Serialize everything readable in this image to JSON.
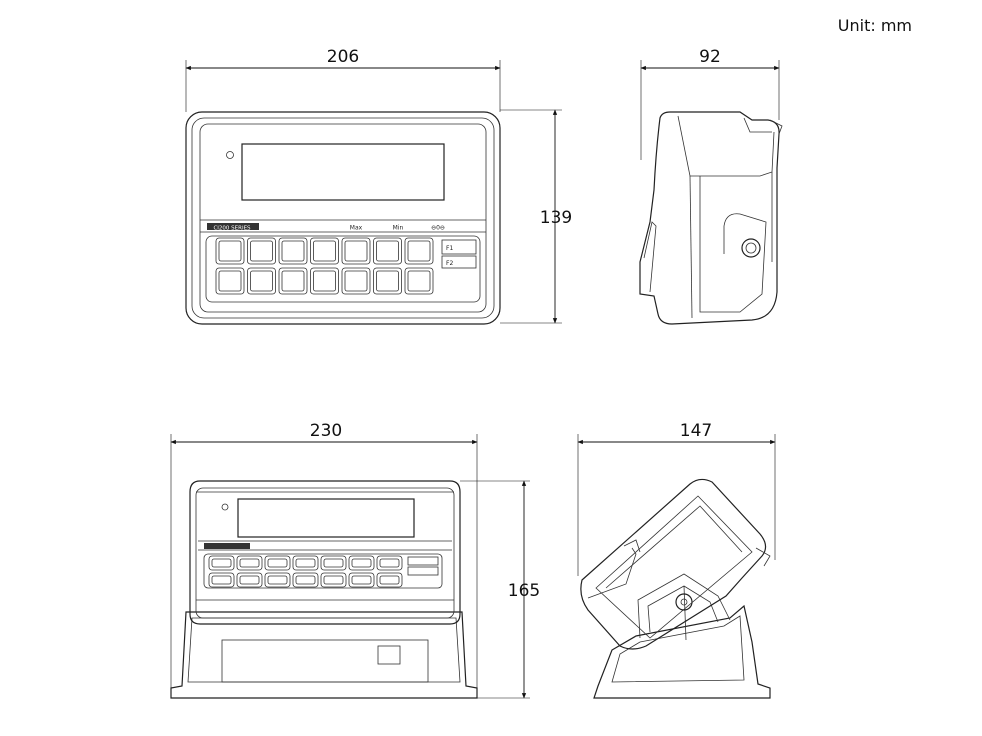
{
  "unit_label": "Unit: mm",
  "views": {
    "front_wall": {
      "width_label": "206",
      "height_label": "139"
    },
    "side_wall": {
      "depth_label": "92"
    },
    "front_stand": {
      "width_label": "230",
      "height_label": "165"
    },
    "side_stand": {
      "depth_label": "147"
    }
  },
  "panel_text": {
    "series": "CI200 SERIES",
    "max": "Max",
    "min": "Min",
    "f1": "F1",
    "f2": "F2"
  }
}
